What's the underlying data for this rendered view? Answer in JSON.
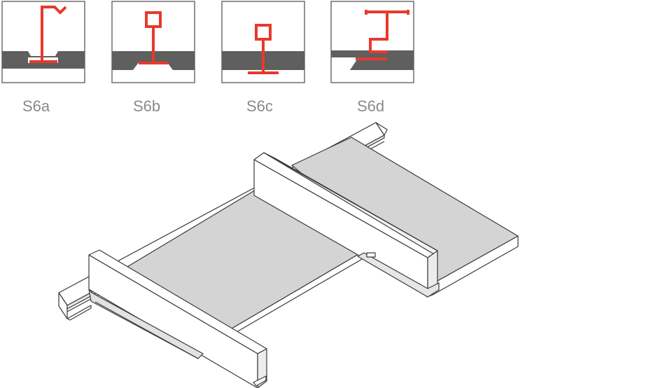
{
  "variants": [
    {
      "id": "s6a",
      "label": "S6a"
    },
    {
      "id": "s6b",
      "label": "S6b"
    },
    {
      "id": "s6c",
      "label": "S6c"
    },
    {
      "id": "s6d",
      "label": "S6d"
    }
  ],
  "colors": {
    "profile_red": "#e8392d",
    "panel_dark": "#5f5f5f",
    "frame_stroke": "#6e6e6e",
    "panel_fill": "#d4d4d4",
    "label_gray": "#8a8a8a",
    "outline": "#3a3a3a"
  }
}
